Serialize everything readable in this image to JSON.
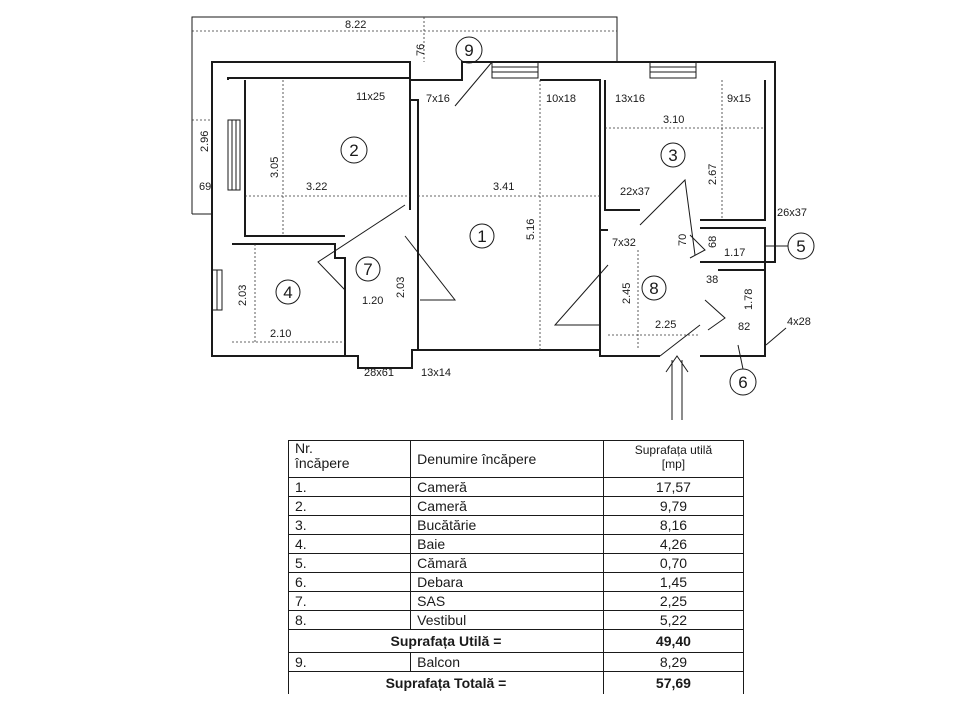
{
  "plan": {
    "dimensions": {
      "d_822": "8.22",
      "d_76": "76",
      "d_296": "2.96",
      "d_69": "69",
      "d_11x25": "11x25",
      "d_7x16": "7x16",
      "d_10x18": "10x18",
      "d_13x16": "13x16",
      "d_9x15": "9x15",
      "d_310": "3.10",
      "d_305": "3.05",
      "d_322": "3.22",
      "d_341": "3.41",
      "d_516": "5.16",
      "d_267": "2.67",
      "d_22x37": "22x37",
      "d_26x37": "26x37",
      "d_7x32": "7x32",
      "d_70": "70",
      "d_68": "68",
      "d_117": "1.17",
      "d_38": "38",
      "d_203a": "2.03",
      "d_203b": "2.03",
      "d_120": "1.20",
      "d_210": "2.10",
      "d_245": "2.45",
      "d_225": "2.25",
      "d_178": "1.78",
      "d_82": "82",
      "d_4x28": "4x28",
      "d_28x61": "28x61",
      "d_13x14": "13x14"
    },
    "room_numbers": {
      "r1": "1",
      "r2": "2",
      "r3": "3",
      "r4": "4",
      "r5": "5",
      "r6": "6",
      "r7": "7",
      "r8": "8",
      "r9": "9"
    }
  },
  "table": {
    "header": {
      "col1_line1": "Nr.",
      "col1_line2": "încăpere",
      "col2": "Denumire încăpere",
      "col3_line1": "Suprafața utilă",
      "col3_line2": "[mp]"
    },
    "rows": [
      {
        "nr": "1.",
        "name": "Cameră",
        "area": "17,57"
      },
      {
        "nr": "2.",
        "name": "Cameră",
        "area": "9,79"
      },
      {
        "nr": "3.",
        "name": "Bucătărie",
        "area": "8,16"
      },
      {
        "nr": "4.",
        "name": "Baie",
        "area": "4,26"
      },
      {
        "nr": "5.",
        "name": "Cămară",
        "area": "0,70"
      },
      {
        "nr": "6.",
        "name": "Debara",
        "area": "1,45"
      },
      {
        "nr": "7.",
        "name": "SAS",
        "area": "2,25"
      },
      {
        "nr": "8.",
        "name": "Vestibul",
        "area": "5,22"
      }
    ],
    "subtotal": {
      "label": "Suprafața Utilă =",
      "value": "49,40"
    },
    "balcony": {
      "nr": "9.",
      "name": "Balcon",
      "area": "8,29"
    },
    "total": {
      "label": "Suprafața Totală =",
      "value": "57,69"
    }
  }
}
